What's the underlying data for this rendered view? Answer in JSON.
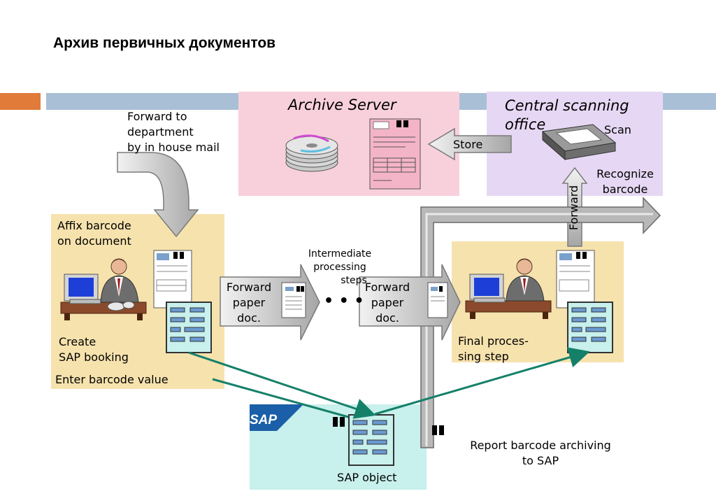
{
  "title": "Архив первичных документов",
  "archive_server": {
    "label": "Archive Server"
  },
  "central_scanning": {
    "label": "Central scanning office",
    "scan": "Scan",
    "recognize": [
      "Recognize",
      "barcode"
    ],
    "store": "Store",
    "forward": "Forward"
  },
  "forward_mail": [
    "Forward to",
    "department",
    "by in house mail"
  ],
  "left_box": {
    "affix": [
      "Affix barcode",
      "on document"
    ],
    "create": [
      "Create",
      "SAP booking"
    ],
    "enter": "Enter barcode value"
  },
  "forward_paper_1": [
    "Forward",
    "paper",
    "doc."
  ],
  "intermediate": [
    "Intermediate",
    "processing",
    "steps"
  ],
  "dots": "• • •",
  "forward_paper_2": [
    "Forward",
    "paper",
    "doc."
  ],
  "final_box": {
    "label": [
      "Final proces-",
      "sing step"
    ]
  },
  "sap": {
    "logo": "SAP",
    "object": "SAP object"
  },
  "report": [
    "Report barcode archiving",
    "to SAP"
  ],
  "colors": {
    "pink": "#f8d0dc",
    "lavender": "#e6d8f4",
    "yellow": "#f6e2ad",
    "cyan": "#c8f0ec",
    "arrow_green": "#15806a",
    "banner_blue": "#a9bfd6",
    "banner_orange": "#e07b39",
    "sap_blue": "#1a5fa8"
  }
}
